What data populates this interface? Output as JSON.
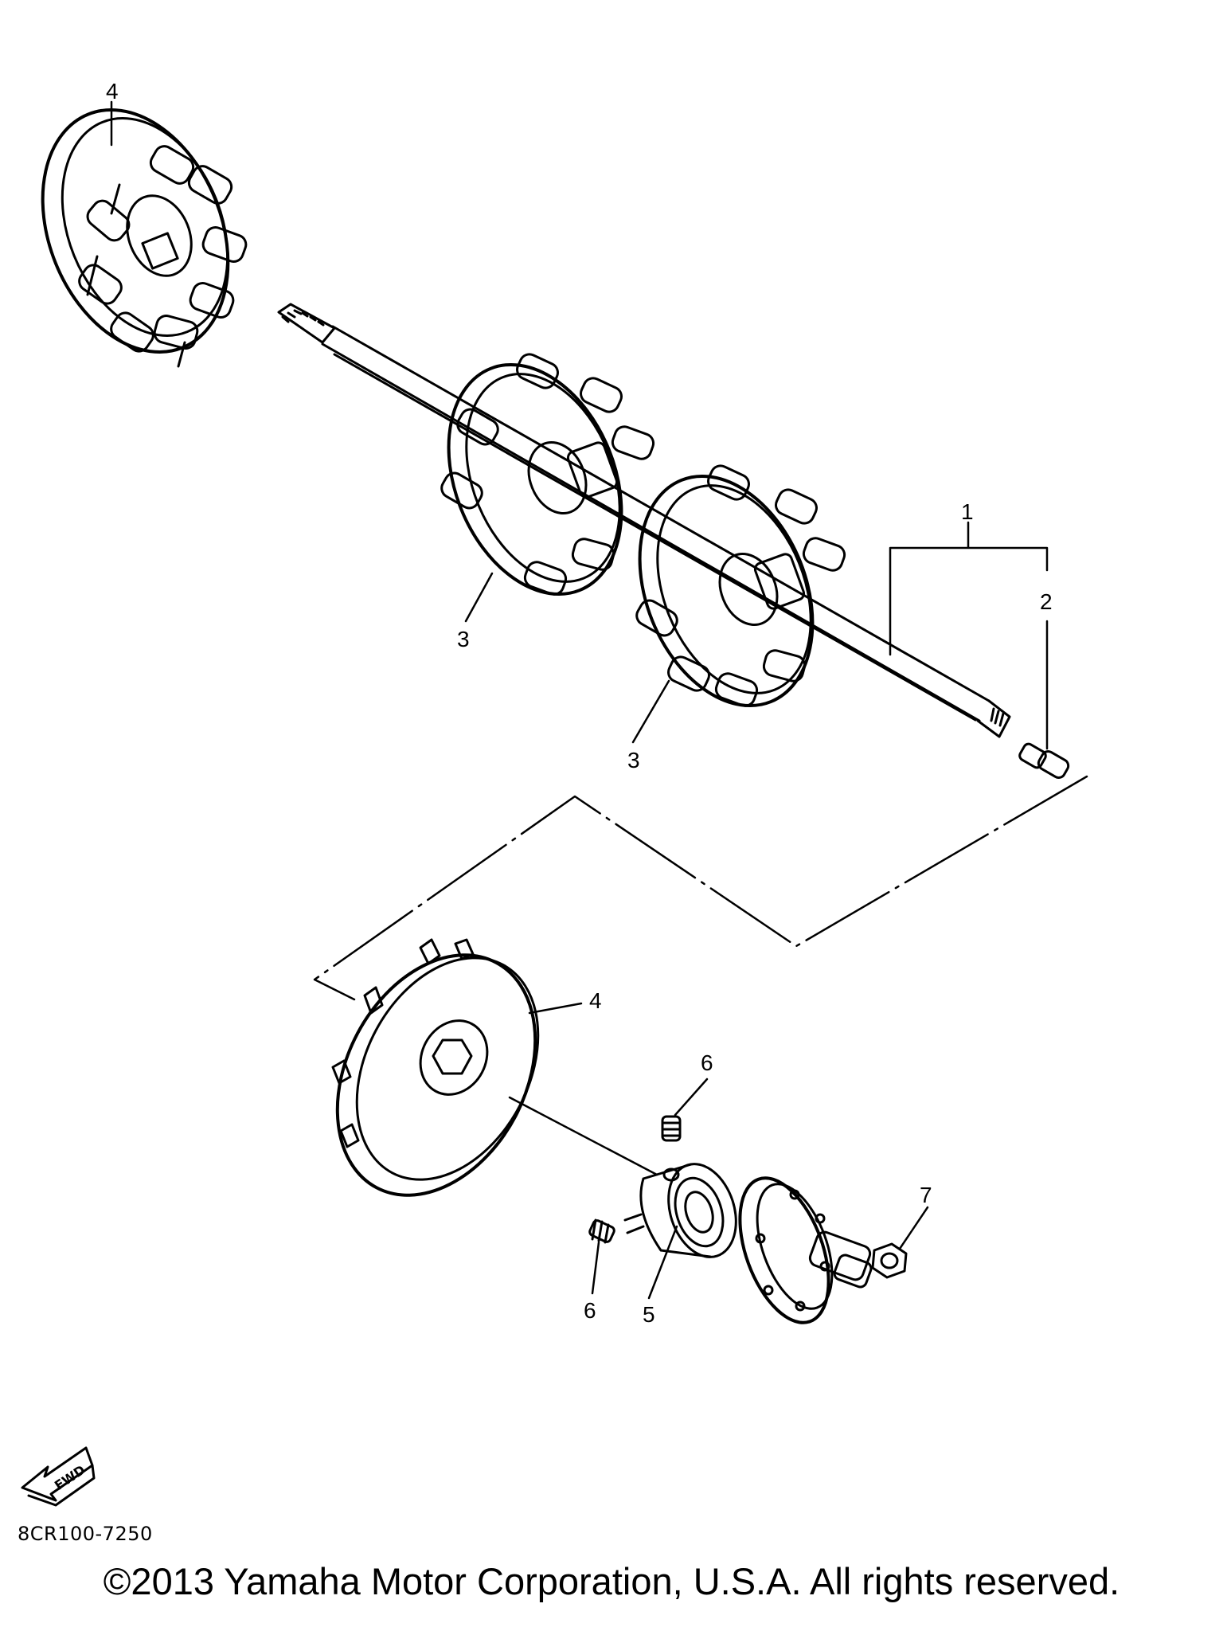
{
  "callouts": {
    "c1": "1",
    "c2": "2",
    "c3a": "3",
    "c3b": "3",
    "c4a": "4",
    "c4b": "4",
    "c5": "5",
    "c6a": "6",
    "c6b": "6",
    "c7": "7"
  },
  "fwd_label": "FWD",
  "part_code": "8CR100-7250",
  "copyright": "©2013 Yamaha Motor Corporation, U.S.A. All rights reserved."
}
